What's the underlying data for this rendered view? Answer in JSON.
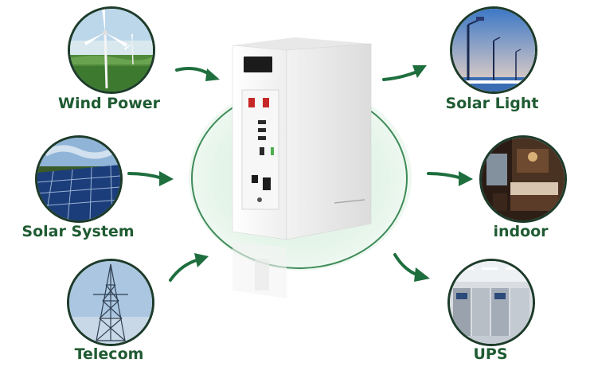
{
  "labels": {
    "wind": "Wind Power",
    "solar_system": "Solar System",
    "telecom": "Telecom",
    "solar_light": "Solar Light",
    "indoor": "indoor",
    "ups": "UPS"
  },
  "colors": {
    "label_green": "#1f5b32",
    "arrow_green": "#1e6e3e",
    "ring_green": "#3e8b58"
  }
}
